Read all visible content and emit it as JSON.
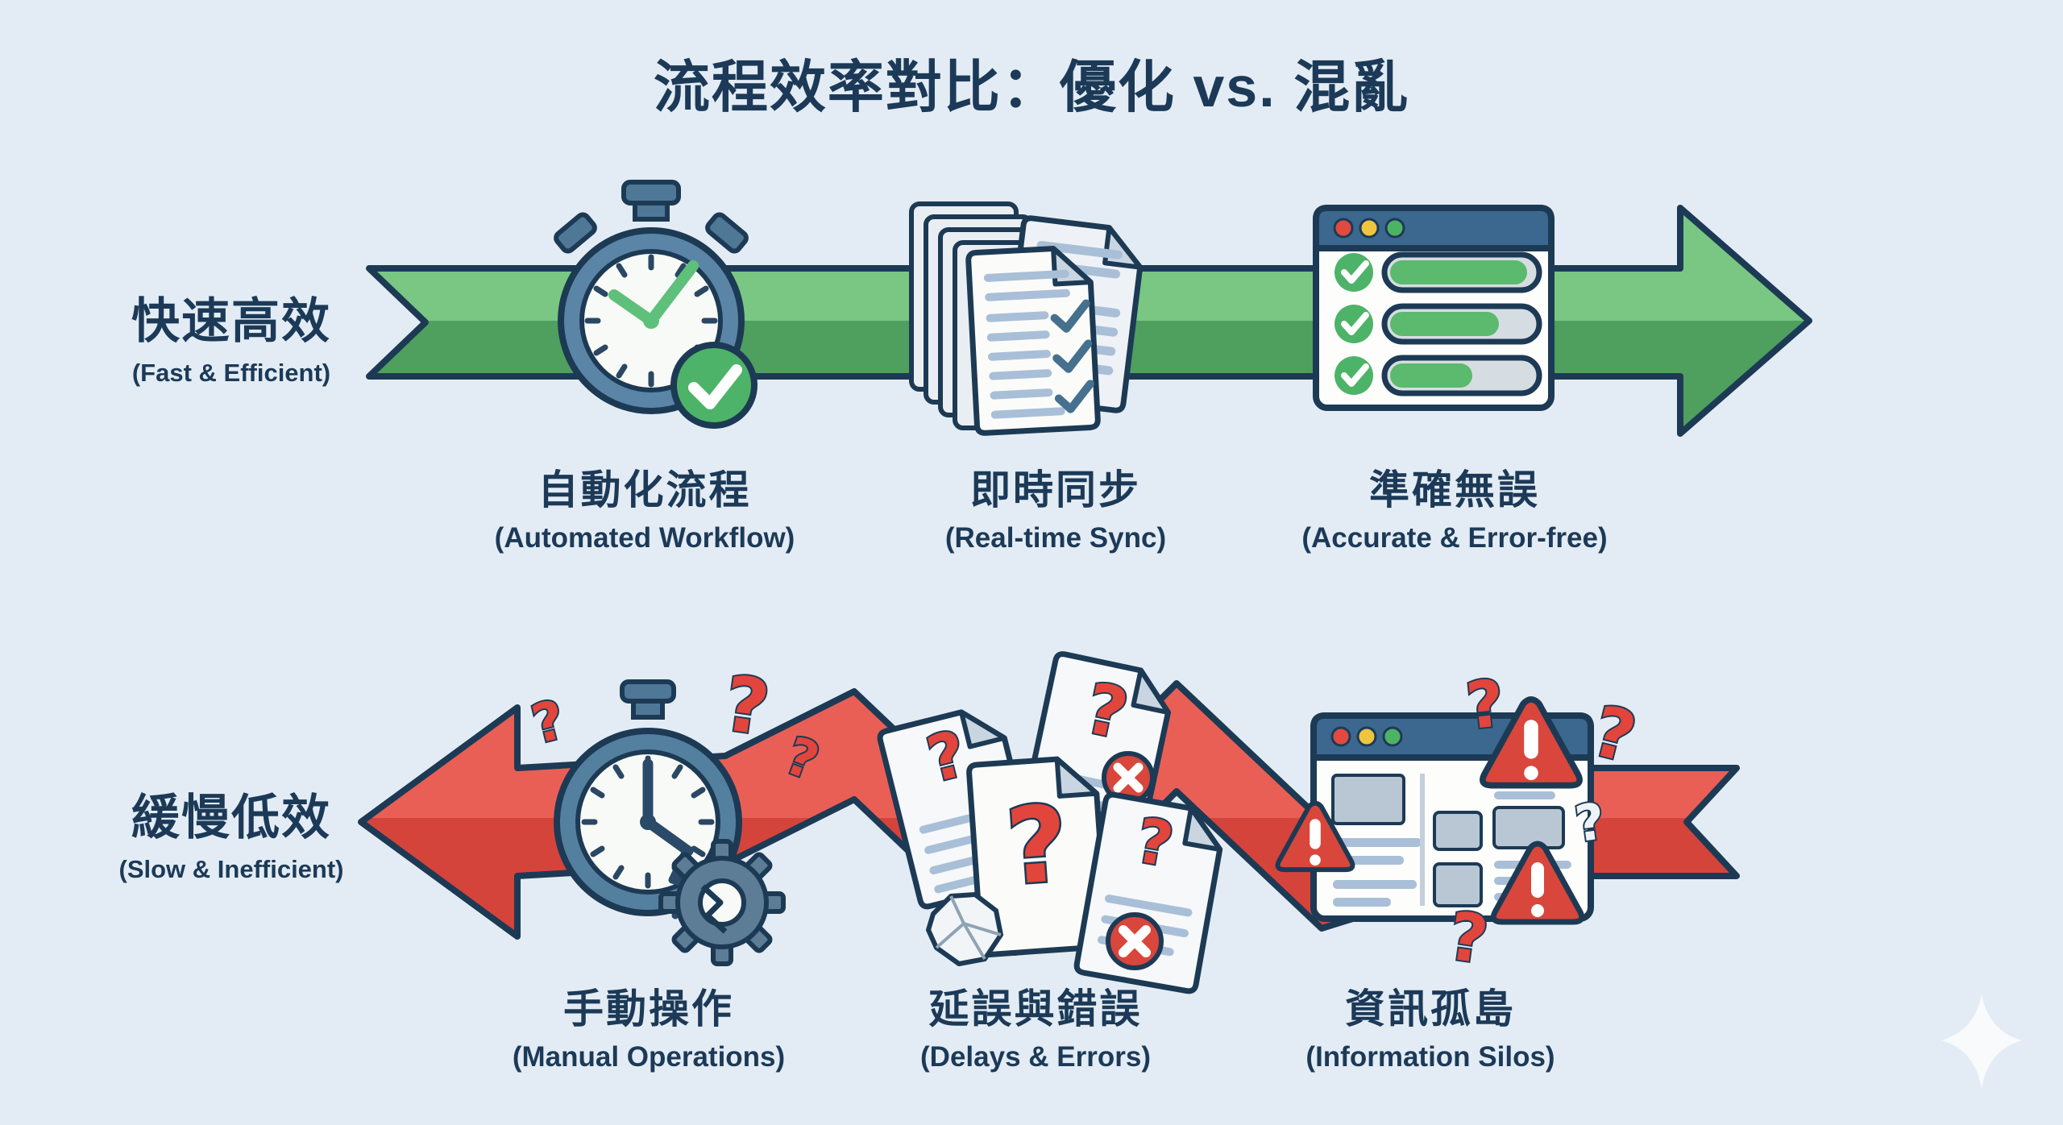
{
  "title": "流程效率對比：優化 vs. 混亂",
  "glyphs": {
    "question": "?"
  },
  "colors": {
    "background": "#e3ecf4",
    "text_navy": "#1c3a58",
    "outline_navy": "#1d3a55",
    "green_light": "#79c783",
    "green_dark": "#4f9f5f",
    "red_light": "#ea5f55",
    "red_dark": "#d5443b",
    "steel_blue": "#54809f",
    "titlebar_blue": "#3c6890",
    "success_green": "#4db368",
    "error_red": "#d8463c",
    "warning_yellow": "#efc53f",
    "doc_line_blue": "#a9bfd8"
  },
  "rows": [
    {
      "id": "optimized",
      "label_zh": "快速高效",
      "label_en": "(Fast & Efficient)",
      "arrow": "green-right-arrow",
      "items": [
        {
          "icon": "stopwatch-check-icon",
          "zh": "自動化流程",
          "en": "(Automated Workflow)"
        },
        {
          "icon": "synced-documents-icon",
          "zh": "即時同步",
          "en": "(Real-time Sync)"
        },
        {
          "icon": "checklist-window-icon",
          "zh": "準確無誤",
          "en": "(Accurate & Error-free)"
        }
      ]
    },
    {
      "id": "chaotic",
      "label_zh": "緩慢低效",
      "label_en": "(Slow & Inefficient)",
      "arrow": "red-zigzag-left-arrow",
      "items": [
        {
          "icon": "broken-clock-gear-icon",
          "zh": "手動操作",
          "en": "(Manual Operations)"
        },
        {
          "icon": "error-documents-icon",
          "zh": "延誤與錯誤",
          "en": "(Delays & Errors)"
        },
        {
          "icon": "warning-window-icon",
          "zh": "資訊孤島",
          "en": "(Information Silos)"
        }
      ]
    }
  ]
}
